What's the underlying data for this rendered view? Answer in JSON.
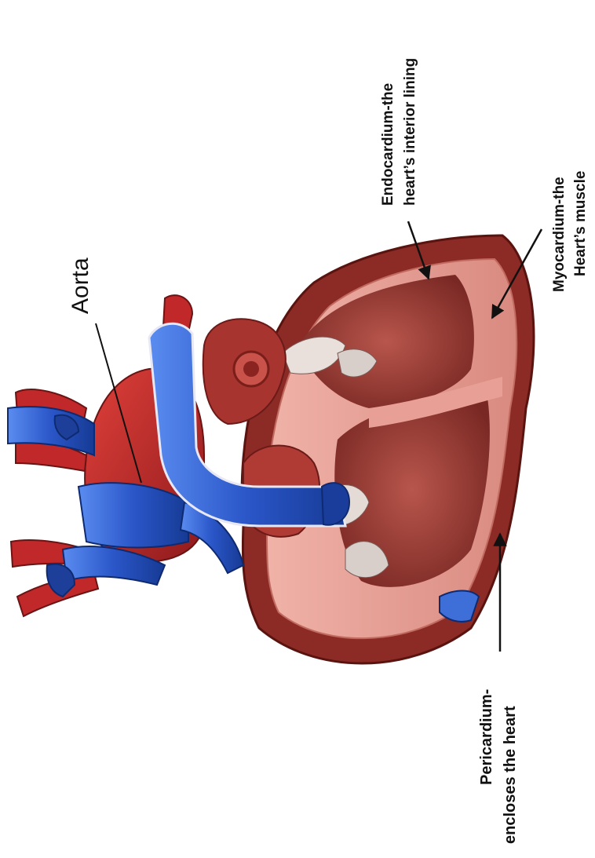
{
  "labels": {
    "aorta": "Aorta",
    "endocardium_line1": "Endocardium-the",
    "endocardium_line2": "heart’s interior lining",
    "myocardium_line1": "Myocardium-the",
    "myocardium_line2": "Heart’s muscle",
    "pericardium_line1": "Pericardium-",
    "pericardium_line2": "encloses the heart"
  },
  "colors": {
    "artery_red": "#c8262a",
    "vein_blue": "#2f5fd0",
    "muscle": "#9e3a34",
    "lining": "#e7a39a",
    "background": "#ffffff"
  }
}
